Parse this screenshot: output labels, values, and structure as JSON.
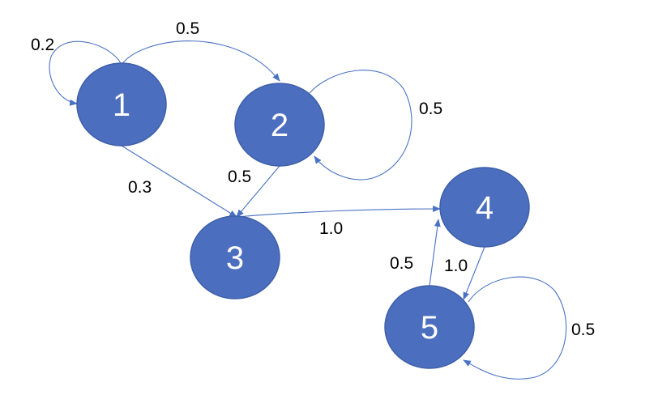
{
  "colors": {
    "node_fill": "#4b6ebf",
    "edge": "#4a72c4",
    "label": "#000000",
    "node_text": "#ffffff"
  },
  "nodes": [
    {
      "id": "1",
      "label": "1"
    },
    {
      "id": "2",
      "label": "2"
    },
    {
      "id": "3",
      "label": "3"
    },
    {
      "id": "4",
      "label": "4"
    },
    {
      "id": "5",
      "label": "5"
    }
  ],
  "edges": [
    {
      "from": "1",
      "to": "1",
      "label": "0.2"
    },
    {
      "from": "1",
      "to": "2",
      "label": "0.5"
    },
    {
      "from": "2",
      "to": "2",
      "label": "0.5"
    },
    {
      "from": "1",
      "to": "3",
      "label": "0.3"
    },
    {
      "from": "2",
      "to": "3",
      "label": "0.5"
    },
    {
      "from": "3",
      "to": "4",
      "label": "1.0"
    },
    {
      "from": "5",
      "to": "4",
      "label": "0.5"
    },
    {
      "from": "4",
      "to": "5",
      "label": "1.0"
    },
    {
      "from": "5",
      "to": "5",
      "label": "0.5"
    }
  ]
}
